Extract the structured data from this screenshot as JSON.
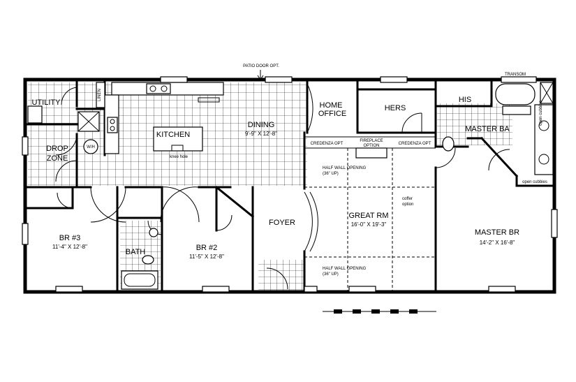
{
  "labels": {
    "patio_door": "PATIO DOOR OPT.",
    "transom": "TRANSOM",
    "utility": "UTILITY",
    "linen": "LINEN",
    "wh": "W/H",
    "drop_zone_1": "DROP",
    "drop_zone_2": "ZONE",
    "kitchen": "KITCHEN",
    "knee_hole": "knee hole",
    "dining": "DINING",
    "dining_dim": "9'-9\" X 12'-8\"",
    "home_office_1": "HOME",
    "home_office_2": "OFFICE",
    "hers": "HERS",
    "his": "HIS",
    "master_ba": "MASTER BA",
    "open_cubbies_v": "open cubbies",
    "open_cubbies_h": "open cubbies",
    "credenza_left": "CREDENZA OPT",
    "fireplace_1": "FIREPLACE",
    "fireplace_2": "OPTION",
    "credenza_right": "CREDENZA OPT",
    "half_wall_1a": "HALF WALL OPENING",
    "half_wall_1b": "(36\" UP)",
    "coffer_1": "coffer",
    "coffer_2": "option",
    "great_rm": "GREAT RM",
    "great_rm_dim": "16'-0\" X 19'-3\"",
    "foyer": "FOYER",
    "half_wall_2a": "HALF WALL OPENING",
    "half_wall_2b": "(36\" UP)",
    "master_br": "MASTER BR",
    "master_br_dim": "14'-2\" X 16'-8\"",
    "br3": "BR #3",
    "br3_dim": "11'-4\" X 12'-8\"",
    "bath": "BATH",
    "br2": "BR #2",
    "br2_dim": "11'-5\" X 12'-8\""
  }
}
